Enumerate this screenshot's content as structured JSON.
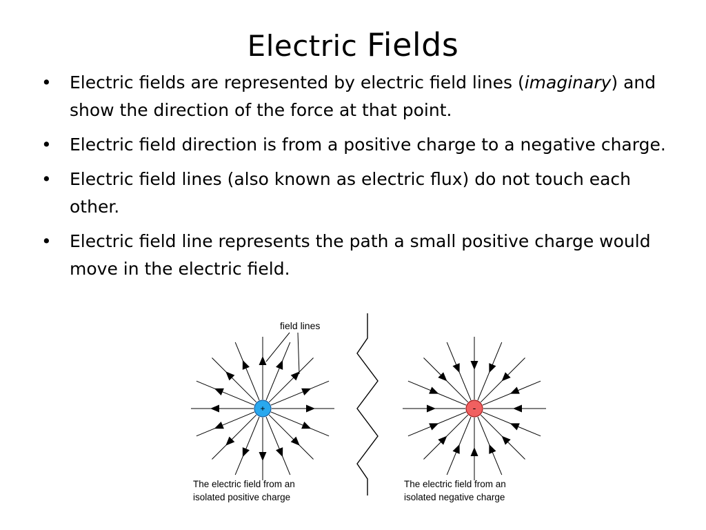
{
  "slide": {
    "title_part1": "Electric",
    "title_part2": "Fields",
    "bullet_glyph": "•",
    "bullets": [
      {
        "text": "Electric fields are represented by electric field lines (",
        "italic": "imaginary",
        "text_after": ") and show the direction of the force at that point."
      },
      {
        "text": "Electric field direction is from a positive charge to a negative charge."
      },
      {
        "text": "Electric field lines (also known as electric flux) do not touch each other."
      },
      {
        "text": "Electric field line represents the path a small positive charge would move in the electric field."
      }
    ]
  },
  "diagram": {
    "field_lines_label": "field lines",
    "positive": {
      "symbol": "+",
      "color": "#29a8ee",
      "caption_line1": "The electric field from an",
      "caption_line2": "isolated positive charge"
    },
    "negative": {
      "symbol": "-",
      "color": "#f06060",
      "caption_line1": "The electric field from an",
      "caption_line2": "isolated negative charge"
    }
  }
}
